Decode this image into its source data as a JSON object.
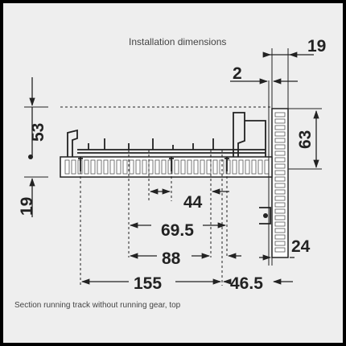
{
  "title": "Installation dimensions",
  "caption": "Section running track without running gear, top",
  "dimensions": {
    "d19_top": "19",
    "d2": "2",
    "d53": "53",
    "d63": "63",
    "d19_left": "19",
    "d44": "44",
    "d69_5": "69.5",
    "d88": "88",
    "d155": "155",
    "d46_5": "46.5",
    "d24": "24"
  },
  "colors": {
    "frame": "#000000",
    "paper": "#eeeeee",
    "ink": "#222222"
  }
}
